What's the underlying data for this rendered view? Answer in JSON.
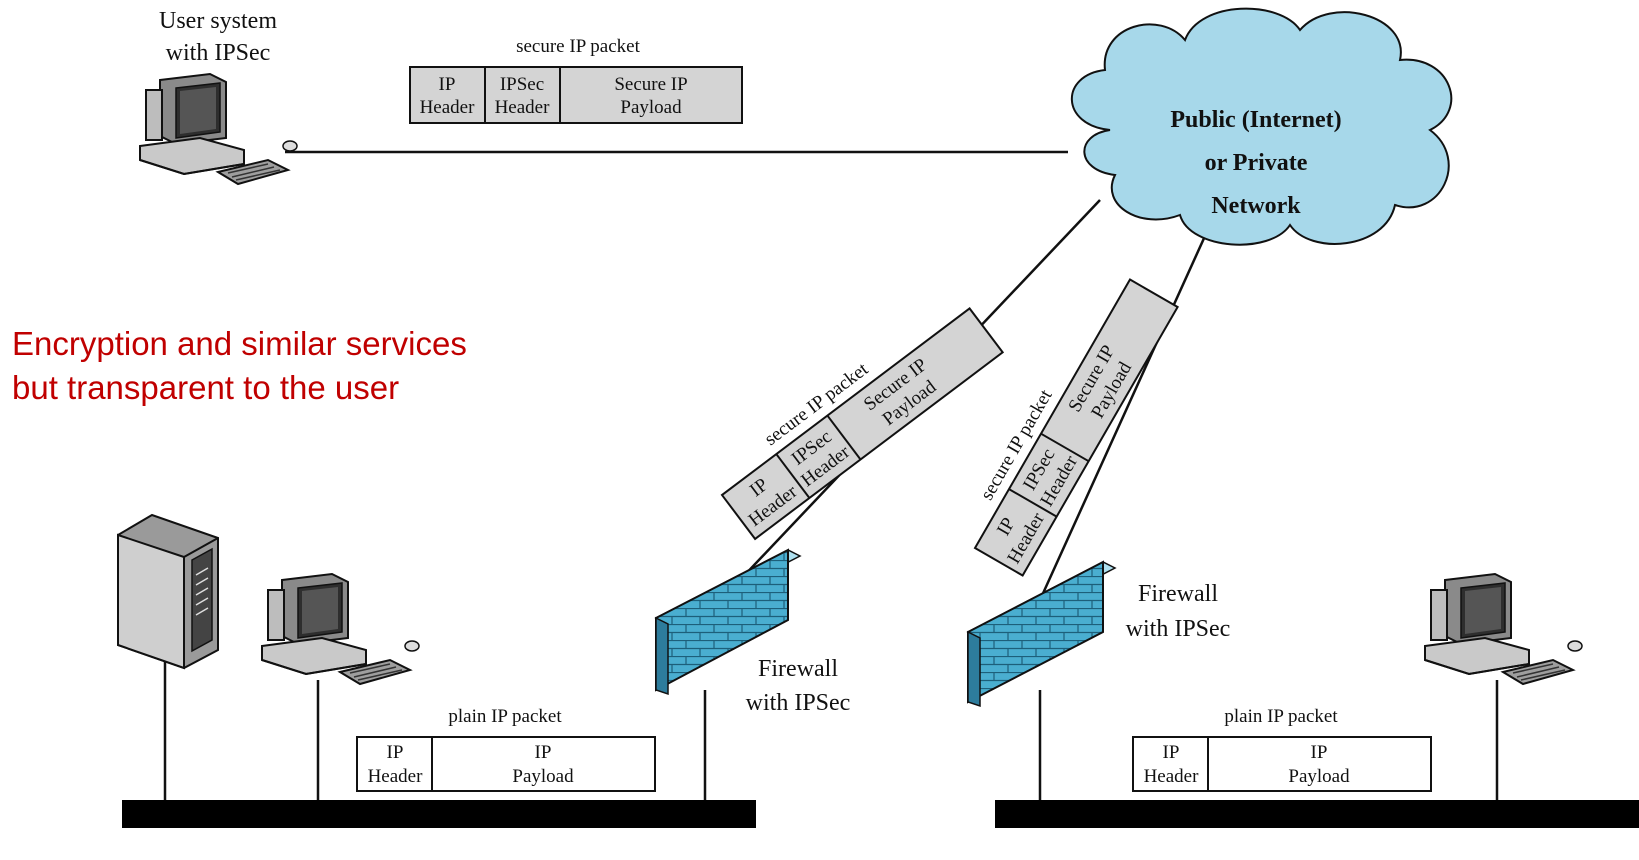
{
  "title": "",
  "caption": {
    "line1": "Encryption and similar services",
    "line2": "but transparent to the user"
  },
  "user_system": {
    "line1": "User system",
    "line2": "with IPSec"
  },
  "network": {
    "line1": "Public (Internet)",
    "line2": "or Private",
    "line3": "Network"
  },
  "secure_packet": {
    "label": "secure IP packet",
    "cell1_l1": "IP",
    "cell1_l2": "Header",
    "cell2_l1": "IPSec",
    "cell2_l2": "Header",
    "cell3_l1": "Secure IP",
    "cell3_l2": "Payload"
  },
  "plain_packet": {
    "label": "plain IP packet",
    "cell1_l1": "IP",
    "cell1_l2": "Header",
    "cell2_l1": "IP",
    "cell2_l2": "Payload"
  },
  "firewall_left": {
    "line1": "Firewall",
    "line2": "with IPSec"
  },
  "firewall_right": {
    "line1": "Firewall",
    "line2": "with IPSec"
  },
  "icons": [
    "computer-icon",
    "server-icon",
    "firewall-icon",
    "cloud-icon"
  ],
  "colors": {
    "caption": "#c00000",
    "cloud": "#a7d8ea",
    "firewall": "#4aaed0",
    "packet_fill": "#d4d4d4"
  }
}
